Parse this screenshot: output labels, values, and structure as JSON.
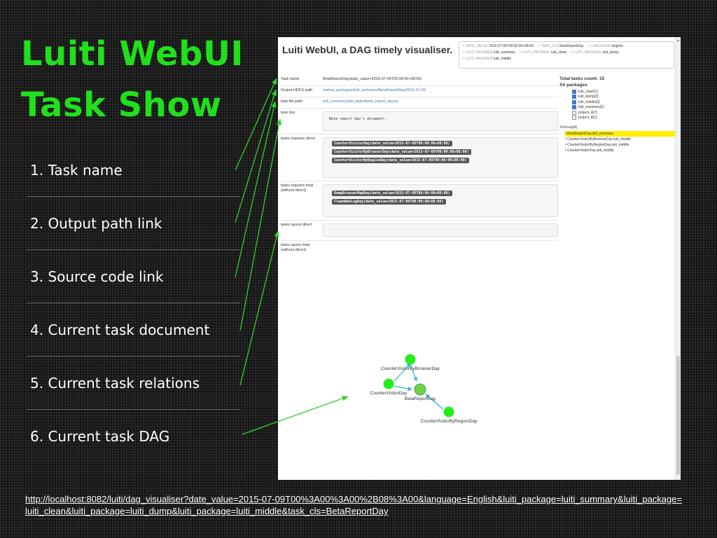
{
  "slide": {
    "title_line1": "Luiti WebUI",
    "title_line2": "Task Show",
    "items": [
      "1. Task name",
      "2. Output path link",
      "3. Source code link",
      "4. Current task document",
      "5. Current task relations",
      "6. Current task DAG"
    ],
    "url": "http://localhost:8082/luiti/dag_visualiser?date_value=2015-07-09T00%3A00%3A00%2B08%3A00&language=English&luiti_package=luiti_summary&luiti_package=luiti_clean&luiti_package=luiti_dump&luiti_package=luiti_middle&task_cls=BetaReportDay",
    "colors": {
      "title": "#20e01c",
      "arrows": "#2fd12a",
      "text": "#ffffff"
    }
  },
  "app": {
    "title": "Luiti WebUI, a DAG timely visualiser.",
    "tag_rows": [
      [
        {
          "key": "DATE_VALUE",
          "value": "2015-07-09T00:00:00+08:00"
        },
        {
          "key": "TASK_CLS",
          "value": "BetaReportDay"
        },
        {
          "key": "LANGUAGE",
          "value": "English"
        }
      ],
      [
        {
          "key": "LUITI_PACKAGE",
          "value": "luiti_summary"
        },
        {
          "key": "LUITI_PACKAGE",
          "value": "luiti_clean"
        },
        {
          "key": "LUITI_PACKAGE",
          "value": "luiti_dump"
        }
      ],
      [
        {
          "key": "LUITI_PACKAGE",
          "value": "luiti_middle"
        }
      ]
    ],
    "detail": {
      "task_name_label": "Task name",
      "task_name_value": "BetaReportDay(date_value=2015-07-09T00:00:00+08:00)",
      "output_label": "Output HDFS path",
      "output_value": "/webui_packages/luiti_summary/BetaReportDay/2015-07-09",
      "file_label": "task file path",
      "file_value": "luiti_summary/luiti_tasks/beta_report_day.py",
      "doc_label": "task doc",
      "doc_value": "Beta report day's document.",
      "req_direct_label": "tasks requires direct",
      "req_direct": [
        "CounterVisitorDay(date_value=2015-07-09T00:00:00+08:00)",
        "CounterVisitorByBrowserDay(date_value=2015-07-09T00:00:00+08:00)",
        "CounterVisitorByRegionDay(date_value=2015-07-09T00:00:00+08:00)"
      ],
      "req_total_label": "tasks requires total (without direct)",
      "req_total": [
        "DumpBrowserMapDay(date_value=2015-07-09T00:00:00+08:00)",
        "CleanWebLogDay(date_value=2015-07-09T00:00:00+08:00)"
      ],
      "upons_direct_label": "tasks upons direct",
      "upons_total_label": "tasks upons total (without direct)"
    },
    "sidebar": {
      "total_label": "Total tasks count: 15",
      "packages_label": "All packages",
      "packages": [
        {
          "label": "luiti_clean[1]",
          "checked": true
        },
        {
          "label": "luiti_dump[2]",
          "checked": true
        },
        {
          "label": "luiti_middle[3]",
          "checked": true
        },
        {
          "label": "luiti_summary[1]",
          "checked": true
        },
        {
          "label": "project_A[7]",
          "checked": false
        },
        {
          "label": "project_B[1]",
          "checked": false
        }
      ],
      "group_label": "1#Group[4]",
      "group_items": [
        {
          "label": "BetaReportDay.luiti_summary",
          "highlight": true
        },
        {
          "label": "CounterVisitorByBrowserDay.luiti_middle",
          "highlight": false
        },
        {
          "label": "CounterVisitorByRegionDay.luiti_middle",
          "highlight": false
        },
        {
          "label": "CounterVisitorDay.luiti_middle",
          "highlight": false
        }
      ]
    },
    "dag": {
      "nodes": [
        {
          "label": "CounterVisitorByBrowserDay",
          "role": "requirement"
        },
        {
          "label": "CounterVisitorDay",
          "role": "requirement"
        },
        {
          "label": "BetaReportDay",
          "role": "current"
        },
        {
          "label": "CounterVisitorByRegionDay",
          "role": "requirement"
        }
      ],
      "colors": {
        "node": "#22ee1a",
        "current": "#6fcf4a",
        "edge": "#29b6d6"
      }
    }
  }
}
